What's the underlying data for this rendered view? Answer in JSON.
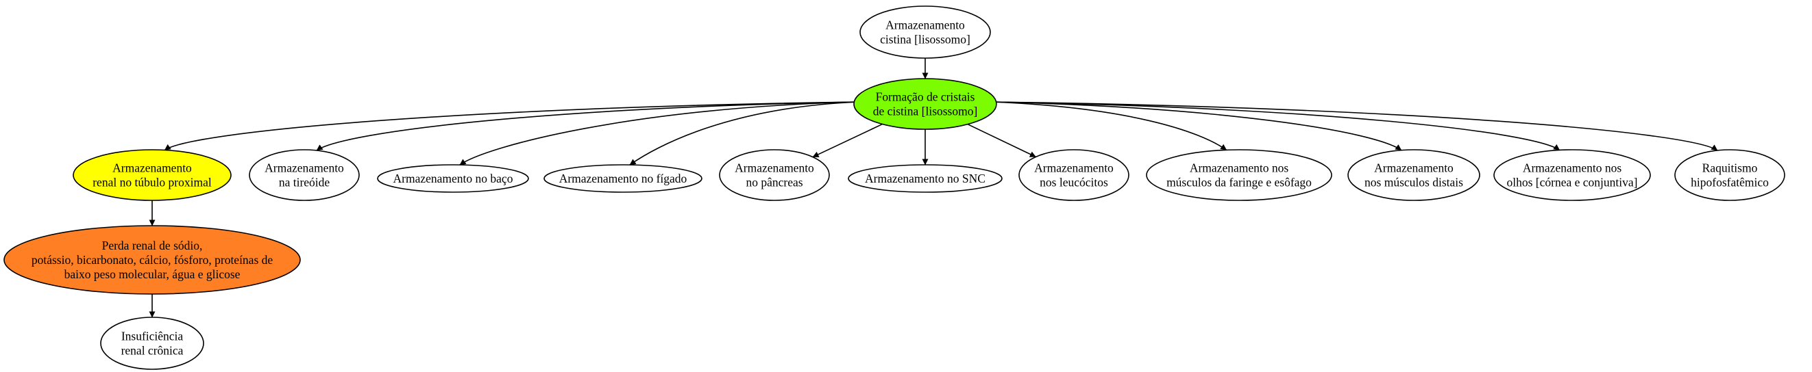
{
  "colors": {
    "default_fill": "#ffffff",
    "crystal_fill": "#7cfc00",
    "renal_fill": "#ffff00",
    "loss_fill": "#ff7f24",
    "stroke": "#000000"
  },
  "nodes": {
    "storage_lysosome": {
      "lines": [
        "Armazenamento",
        "cistina [lisossomo]"
      ]
    },
    "crystal_formation": {
      "lines": [
        "Formação de cristais",
        "de cistina [lisossomo]"
      ]
    },
    "renal_storage": {
      "lines": [
        "Armazenamento",
        "renal no túbulo proximal"
      ]
    },
    "thyroid": {
      "lines": [
        "Armazenamento",
        "na tireóide"
      ]
    },
    "spleen": {
      "lines": [
        "Armazenamento no baço"
      ]
    },
    "liver": {
      "lines": [
        "Armazenamento no fígado"
      ]
    },
    "pancreas": {
      "lines": [
        "Armazenamento",
        "no pâncreas"
      ]
    },
    "cns": {
      "lines": [
        "Armazenamento no SNC"
      ]
    },
    "leukocytes": {
      "lines": [
        "Armazenamento",
        "nos leucócitos"
      ]
    },
    "pharynx_muscles": {
      "lines": [
        "Armazenamento nos",
        "músculos da faringe e esôfago"
      ]
    },
    "distal_muscles": {
      "lines": [
        "Armazenamento",
        "nos músculos distais"
      ]
    },
    "eyes": {
      "lines": [
        "Armazenamento nos",
        "olhos [córnea e conjuntiva]"
      ]
    },
    "rickets": {
      "lines": [
        "Raquitismo",
        "hipofosfatêmico"
      ]
    },
    "renal_loss": {
      "lines": [
        "Perda renal de sódio,",
        "potássio, bicarbonato, cálcio, fósforo, proteínas de",
        "baixo peso molecular, água e glicose"
      ]
    },
    "renal_failure": {
      "lines": [
        "Insuficiência",
        "renal crônica"
      ]
    }
  }
}
